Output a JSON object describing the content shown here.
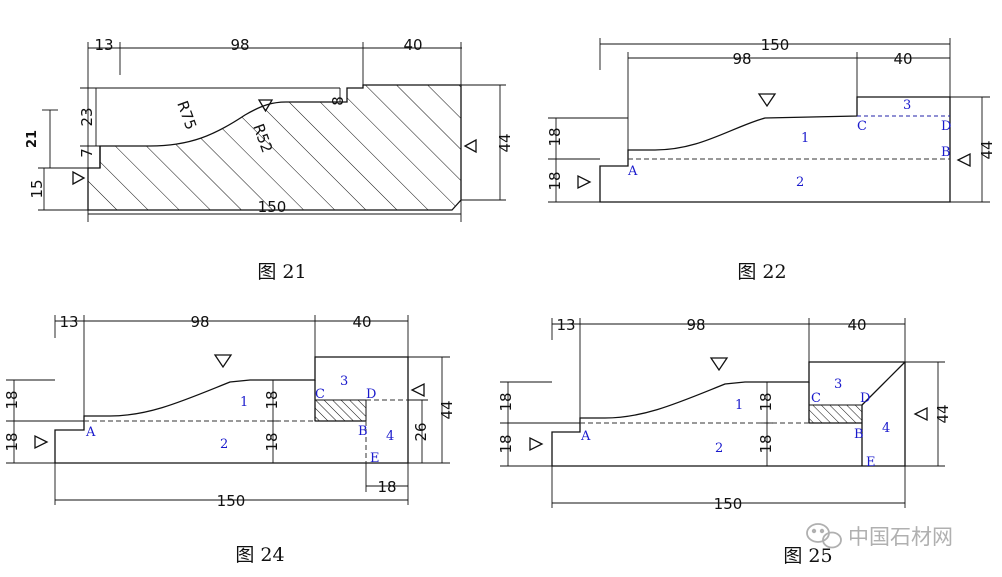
{
  "figure21": {
    "caption": "图 21",
    "dims": {
      "top_left": "13",
      "top_mid": "98",
      "top_right": "40",
      "bottom": "150",
      "right": "44",
      "left_23": "23",
      "left_21": "21",
      "left_7": "7",
      "left_15": "15",
      "step": "8",
      "radius_a": "R75",
      "radius_b": "R52"
    }
  },
  "figure22": {
    "caption": "图 22",
    "dims": {
      "top": "150",
      "mid": "98",
      "right": "40",
      "left_upper": "18",
      "left_lower": "18",
      "right_side": "44"
    },
    "labels": {
      "p1": "1",
      "p2": "2",
      "p3": "3",
      "A": "A",
      "B": "B",
      "C": "C",
      "D": "D"
    }
  },
  "figure24": {
    "caption": "图 24",
    "dims": {
      "top_left": "13",
      "top_mid": "98",
      "top_right": "40",
      "left_upper": "18",
      "left_lower": "18",
      "inner_upper": "18",
      "inner_lower": "18",
      "side_26": "26",
      "right_side": "44",
      "bottom_small": "18",
      "bottom": "150"
    },
    "labels": {
      "p1": "1",
      "p2": "2",
      "p3": "3",
      "p4": "4",
      "A": "A",
      "C": "C",
      "D": "D",
      "B": "B",
      "E": "E"
    }
  },
  "figure25": {
    "caption": "图 25",
    "dims": {
      "top_left": "13",
      "top_mid": "98",
      "top_right": "40",
      "left_upper": "18",
      "left_lower": "18",
      "inner_upper": "18",
      "inner_lower": "18",
      "right_side": "44",
      "bottom": "150"
    },
    "labels": {
      "p1": "1",
      "p2": "2",
      "p3": "3",
      "p4": "4",
      "A": "A",
      "C": "C",
      "D": "D",
      "B": "B",
      "E": "E"
    }
  },
  "watermark": {
    "text": "中国石材网"
  }
}
